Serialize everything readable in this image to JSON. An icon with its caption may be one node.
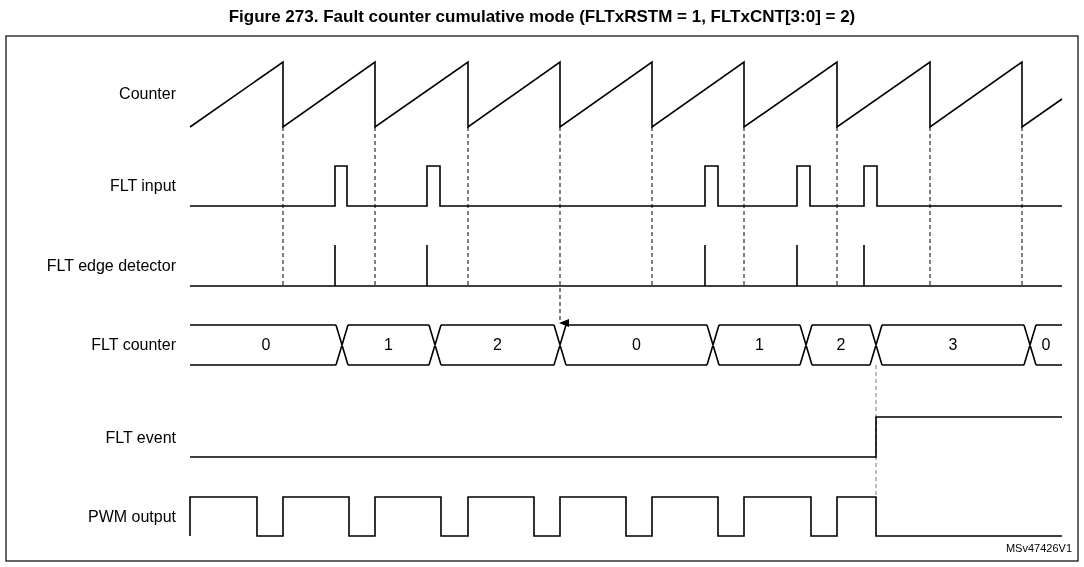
{
  "diagram": {
    "title": "Figure 273. Fault counter cumulative mode (FLTxRSTM = 1, FLTxCNT[3:0] = 2)",
    "labels": [
      "Counter",
      "FLT input",
      "FLT edge detector",
      "FLT counter",
      "FLT event",
      "PWM output",
      "0",
      "1",
      "2",
      "0",
      "1",
      "2",
      "3",
      "0",
      "MSv47426V1"
    ]
  }
}
